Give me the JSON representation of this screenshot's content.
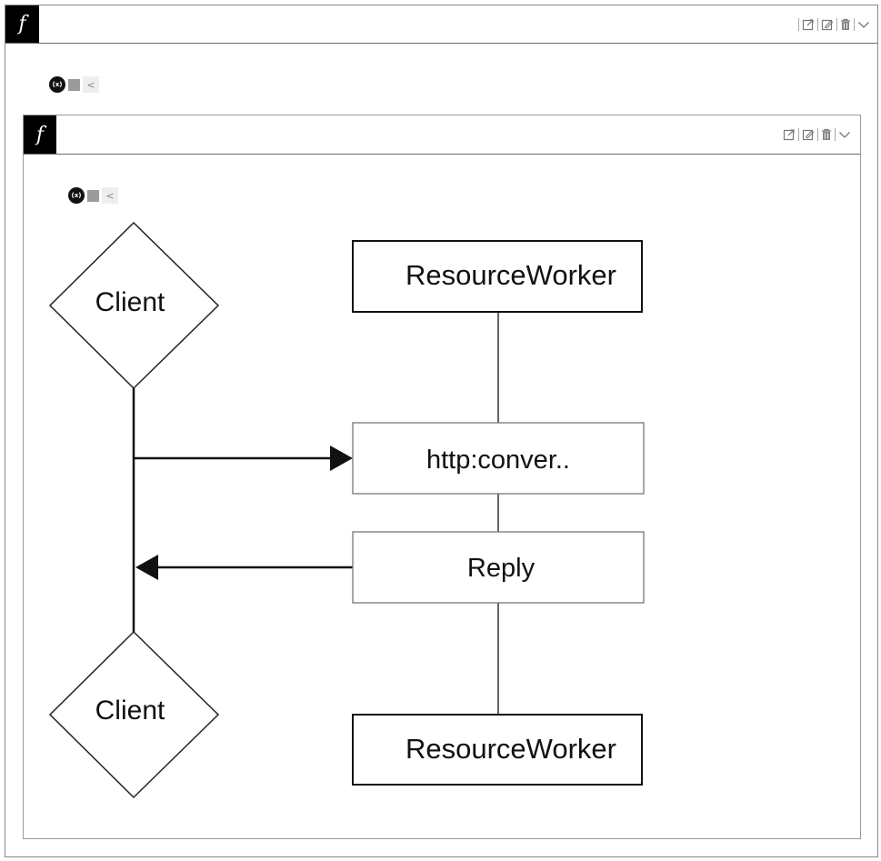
{
  "outer_panel": {
    "fx_symbol": "f",
    "mini_toolbar": {
      "badge": "(x)",
      "chevron": "<"
    }
  },
  "inner_panel": {
    "fx_symbol": "f",
    "mini_toolbar": {
      "badge": "(x)",
      "chevron": "<"
    }
  },
  "diagram": {
    "client_top": "Client",
    "client_bottom": "Client",
    "resource_worker_top": "ResourceWorker",
    "request": "http:conver..",
    "reply": "Reply",
    "resource_worker_bottom": "ResourceWorker"
  },
  "colors": {
    "stroke": "#111111",
    "fx_bg": "#000000",
    "border": "#8a8a8a"
  },
  "icons": [
    "export-icon",
    "edit-icon",
    "trash-icon",
    "chevron-down-icon"
  ]
}
